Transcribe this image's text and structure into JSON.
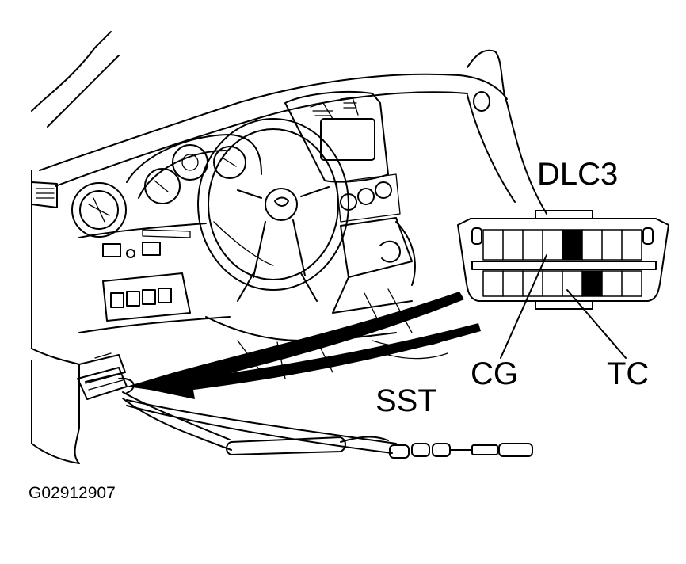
{
  "labels": {
    "connector": "DLC3",
    "pin_cg": "CG",
    "pin_tc": "TC",
    "tool": "SST",
    "figure_code": "G02912907"
  },
  "colors": {
    "line": "#000000",
    "background": "#ffffff",
    "highlighted_pins": "#000000"
  },
  "connector": {
    "top_row_cells": 8,
    "bottom_row_cells": 8,
    "highlighted_top_pin_index": 4,
    "highlighted_bottom_pin_index": 5
  }
}
